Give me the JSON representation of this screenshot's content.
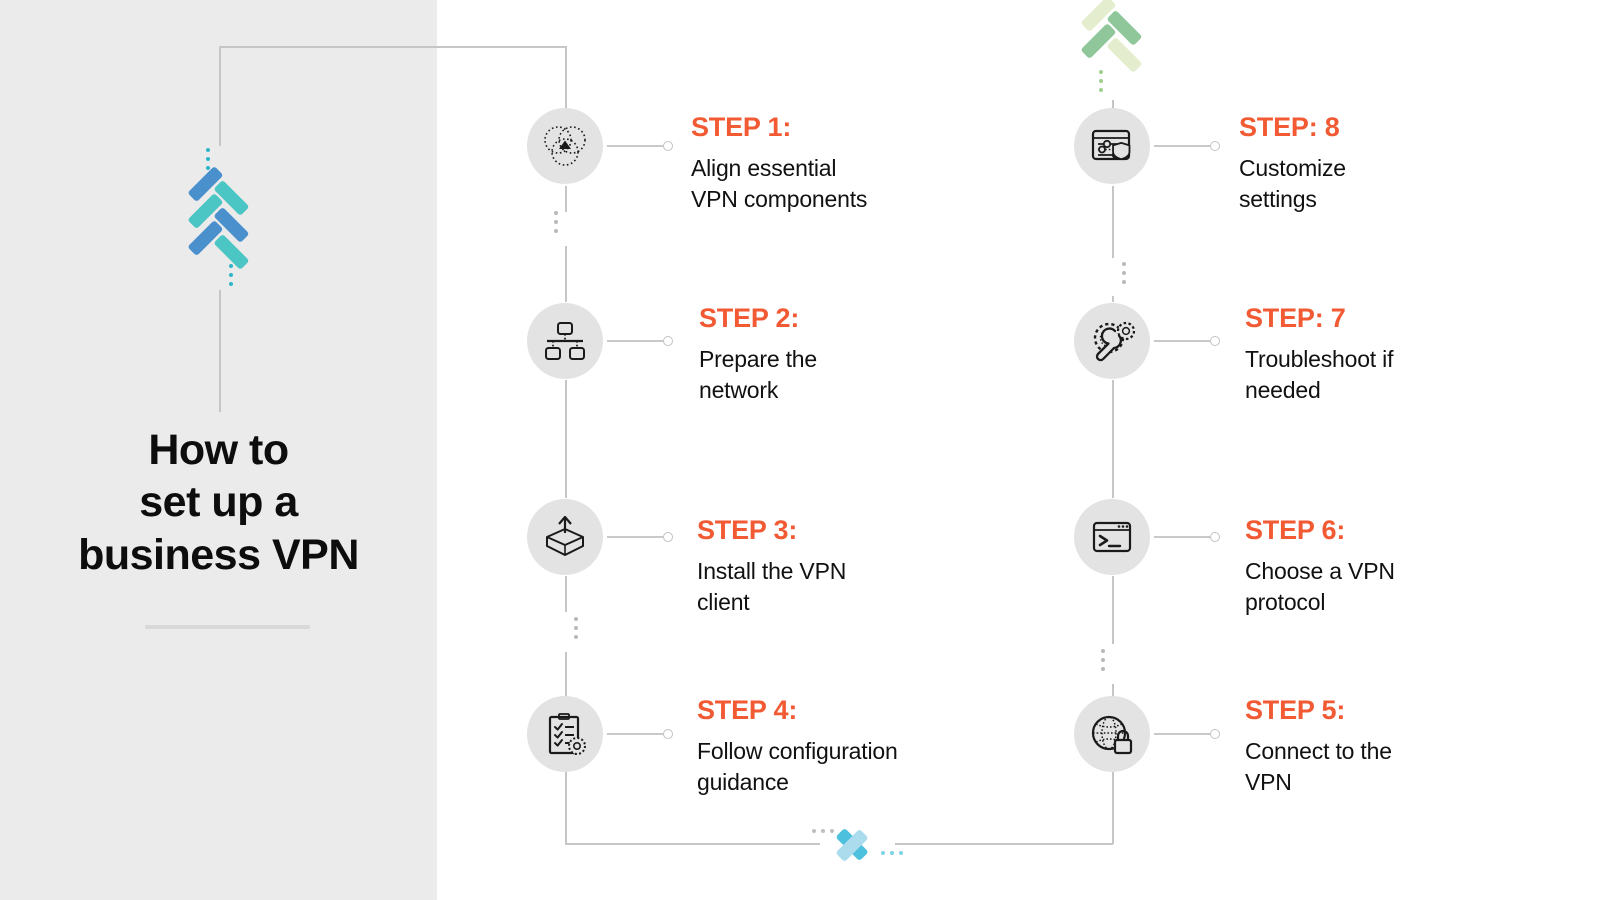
{
  "title": {
    "line1": "How to",
    "line2": "set up a",
    "line3": "business VPN"
  },
  "colors": {
    "accent_orange": "#f15a33",
    "body_text": "#111111",
    "panel_bg": "#ebebeb",
    "node_bg": "#e3e3e3",
    "connector": "#c6c6c6",
    "chevron_blue": "#4a90cc",
    "chevron_teal": "#4cc5c5",
    "chevron_green": "#8fc79a",
    "chevron_green_light": "#e4eece",
    "chevron_cyan": "#4cc0dd",
    "chevron_cyan_light": "#aadcee"
  },
  "steps": [
    {
      "id": "step-1",
      "head": "STEP 1:",
      "body": [
        "Align essential",
        "VPN components"
      ],
      "icon": "venn-diagram-icon"
    },
    {
      "id": "step-2",
      "head": "STEP 2:",
      "body": [
        "Prepare the",
        "network"
      ],
      "icon": "network-topology-icon"
    },
    {
      "id": "step-3",
      "head": "STEP 3:",
      "body": [
        "Install the VPN",
        "client"
      ],
      "icon": "open-box-upload-icon"
    },
    {
      "id": "step-4",
      "head": "STEP 4:",
      "body": [
        "Follow configuration",
        "guidance"
      ],
      "icon": "clipboard-checklist-gear-icon"
    },
    {
      "id": "step-5",
      "head": "STEP 5:",
      "body": [
        "Connect to the",
        "VPN"
      ],
      "icon": "globe-lock-icon"
    },
    {
      "id": "step-6",
      "head": "STEP 6:",
      "body": [
        "Choose a VPN",
        "protocol"
      ],
      "icon": "terminal-window-icon"
    },
    {
      "id": "step-7",
      "head": "STEP: 7",
      "body": [
        "Troubleshoot if",
        "needed"
      ],
      "icon": "wrench-gears-icon"
    },
    {
      "id": "step-8",
      "head": "STEP: 8",
      "body": [
        "Customize",
        "settings"
      ],
      "icon": "settings-sliders-shield-icon"
    }
  ],
  "decorations": {
    "logo_chevron": "triple-chevron-up-icon",
    "top_chevron": "double-chevron-up-icon",
    "bottom_chevron": "chevron-right-icon"
  }
}
